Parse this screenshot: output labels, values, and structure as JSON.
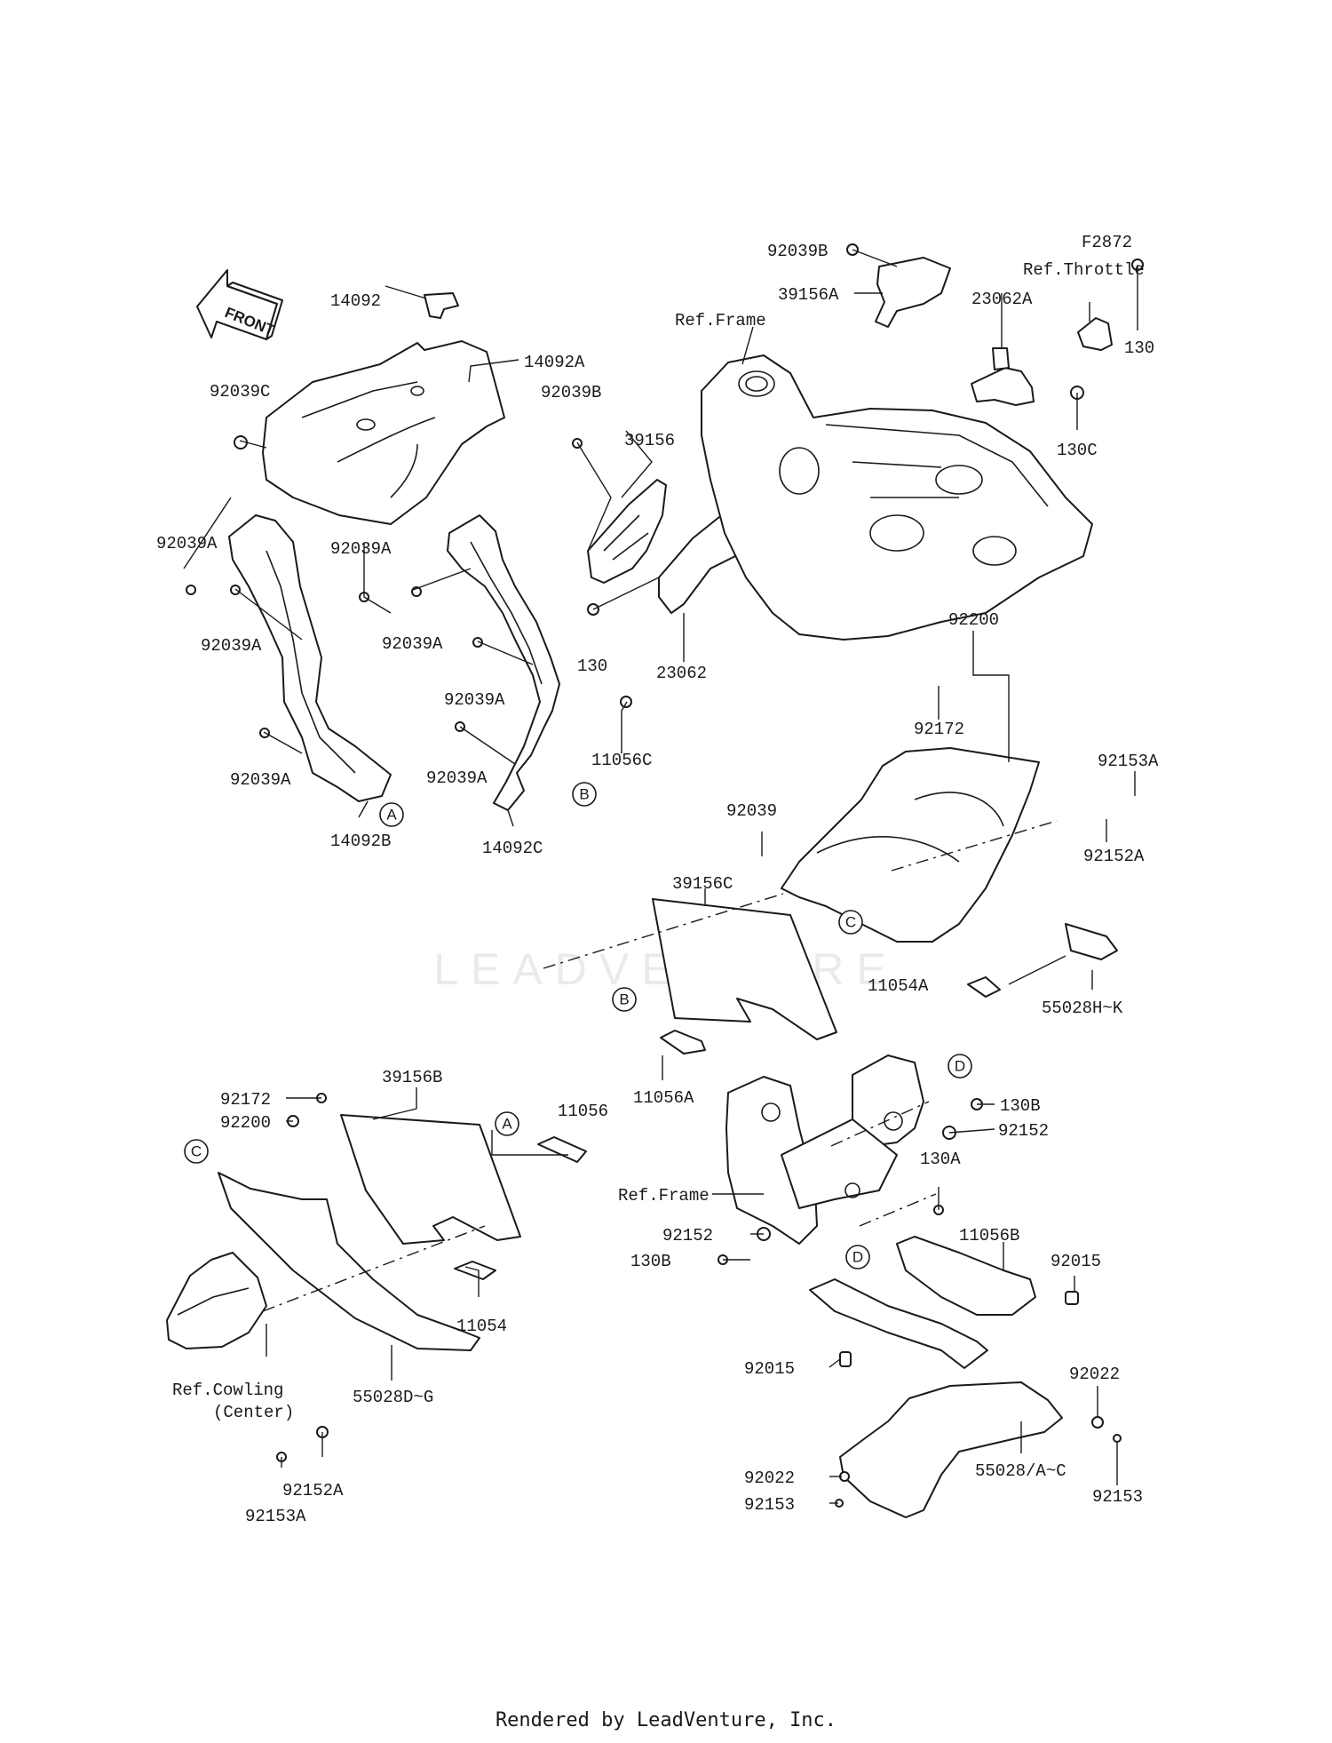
{
  "diagram": {
    "front_badge": "FRONT",
    "watermark": "LEADVENTURE",
    "labels": [
      {
        "id": "l01",
        "text": "14092"
      },
      {
        "id": "l02",
        "text": "14092A"
      },
      {
        "id": "l03",
        "text": "92039C"
      },
      {
        "id": "l04",
        "text": "92039A"
      },
      {
        "id": "l05",
        "text": "92039A"
      },
      {
        "id": "l06",
        "text": "92039A"
      },
      {
        "id": "l07",
        "text": "92039A"
      },
      {
        "id": "l08",
        "text": "92039A"
      },
      {
        "id": "l09",
        "text": "92039A"
      },
      {
        "id": "l10",
        "text": "92039A"
      },
      {
        "id": "l11",
        "text": "14092B"
      },
      {
        "id": "l12",
        "text": "14092C"
      },
      {
        "id": "l13",
        "text": "92039B"
      },
      {
        "id": "l14",
        "text": "39156"
      },
      {
        "id": "l15",
        "text": "130"
      },
      {
        "id": "l16",
        "text": "23062"
      },
      {
        "id": "l17",
        "text": "11056C"
      },
      {
        "id": "l18",
        "text": "92039B"
      },
      {
        "id": "l19",
        "text": "39156A"
      },
      {
        "id": "l20",
        "text": "Ref.Frame"
      },
      {
        "id": "l21",
        "text": "23062A"
      },
      {
        "id": "l22",
        "text": "F2872"
      },
      {
        "id": "l23",
        "text": "Ref.Throttle"
      },
      {
        "id": "l24",
        "text": "130"
      },
      {
        "id": "l25",
        "text": "130C"
      },
      {
        "id": "l26",
        "text": "92200"
      },
      {
        "id": "l27",
        "text": "92172"
      },
      {
        "id": "l28",
        "text": "92153A"
      },
      {
        "id": "l29",
        "text": "92152A"
      },
      {
        "id": "l30",
        "text": "92039"
      },
      {
        "id": "l31",
        "text": "39156C"
      },
      {
        "id": "l32",
        "text": "11054A"
      },
      {
        "id": "l33",
        "text": "55028H~K"
      },
      {
        "id": "l34",
        "text": "11056A"
      },
      {
        "id": "l35",
        "text": "92172"
      },
      {
        "id": "l36",
        "text": "92200"
      },
      {
        "id": "l37",
        "text": "39156B"
      },
      {
        "id": "l38",
        "text": "11056"
      },
      {
        "id": "l39",
        "text": "11054"
      },
      {
        "id": "l40",
        "text": "Ref.Cowling"
      },
      {
        "id": "l41",
        "text": "(Center)"
      },
      {
        "id": "l42",
        "text": "55028D~G"
      },
      {
        "id": "l43",
        "text": "92152A"
      },
      {
        "id": "l44",
        "text": "92153A"
      },
      {
        "id": "l45",
        "text": "130B"
      },
      {
        "id": "l46",
        "text": "92152"
      },
      {
        "id": "l47",
        "text": "130A"
      },
      {
        "id": "l48",
        "text": "Ref.Frame"
      },
      {
        "id": "l49",
        "text": "92152"
      },
      {
        "id": "l50",
        "text": "130B"
      },
      {
        "id": "l51",
        "text": "11056B"
      },
      {
        "id": "l52",
        "text": "92015"
      },
      {
        "id": "l53",
        "text": "92015"
      },
      {
        "id": "l54",
        "text": "92022"
      },
      {
        "id": "l55",
        "text": "55028/A~C"
      },
      {
        "id": "l56",
        "text": "92153"
      },
      {
        "id": "l57",
        "text": "92022"
      },
      {
        "id": "l58",
        "text": "92153"
      }
    ],
    "callouts": [
      {
        "id": "cA1",
        "text": "A"
      },
      {
        "id": "cB1",
        "text": "B"
      },
      {
        "id": "cC1",
        "text": "C"
      },
      {
        "id": "cB2",
        "text": "B"
      },
      {
        "id": "cC2",
        "text": "C"
      },
      {
        "id": "cA2",
        "text": "A"
      },
      {
        "id": "cD1",
        "text": "D"
      },
      {
        "id": "cD2",
        "text": "D"
      }
    ]
  },
  "footer": "Rendered by LeadVenture, Inc."
}
